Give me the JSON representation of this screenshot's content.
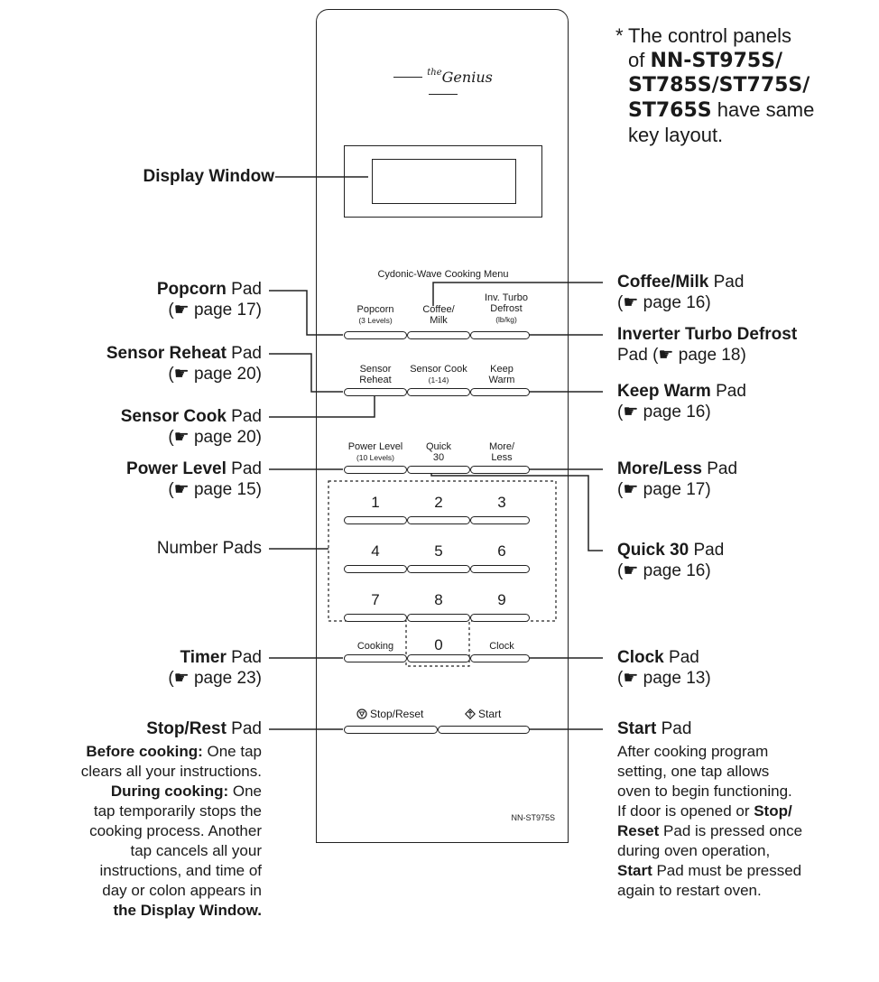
{
  "brand": {
    "prefix": "the",
    "name": "Genius"
  },
  "note": {
    "star": "*",
    "line1": "The control panels",
    "of": "of",
    "models": [
      "NN-ST975S/",
      "ST785S/ST775S/",
      "ST765S"
    ],
    "tail": "have same",
    "line_last": "key layout."
  },
  "panel": {
    "menu_title": "Cydonic-Wave Cooking Menu",
    "pads": {
      "popcorn": [
        "Popcorn",
        "(3 Levels)"
      ],
      "coffee": [
        "Coffee/",
        "Milk"
      ],
      "defrost": [
        "Inv. Turbo",
        "Defrost",
        "(lb/kg)"
      ],
      "sensor_reheat": [
        "Sensor",
        "Reheat"
      ],
      "sensor_cook": [
        "Sensor Cook",
        "(1-14)"
      ],
      "keep_warm": [
        "Keep",
        "Warm"
      ],
      "power_level": [
        "Power Level",
        "(10 Levels)"
      ],
      "quick30": [
        "Quick",
        "30"
      ],
      "more_less": [
        "More/",
        "Less"
      ],
      "cooking": "Cooking",
      "clock": "Clock",
      "stop_reset": "Stop/Reset",
      "start": "Start"
    },
    "numbers": [
      "1",
      "2",
      "3",
      "4",
      "5",
      "6",
      "7",
      "8",
      "9",
      "0"
    ],
    "model": "NN-ST975S"
  },
  "annotations": {
    "display_window": "Display Window",
    "popcorn": {
      "bold": "Popcorn",
      "rest": " Pad",
      "page": "page 17"
    },
    "sensor_reheat": {
      "bold": "Sensor Reheat",
      "rest": " Pad",
      "page": "page 20"
    },
    "sensor_cook": {
      "bold": "Sensor Cook",
      "rest": " Pad",
      "page": "page 20"
    },
    "power_level": {
      "bold": "Power Level",
      "rest": " Pad",
      "page": "page 15"
    },
    "number_pads": "Number Pads",
    "timer": {
      "bold": "Timer",
      "rest": " Pad",
      "page": "page 23"
    },
    "stop_rest": {
      "bold": "Stop/Rest",
      "rest": " Pad"
    },
    "coffee_milk": {
      "bold": "Coffee/Milk",
      "rest": " Pad",
      "page": "page 16"
    },
    "defrost": {
      "bold": "Inverter Turbo Defrost",
      "rest": "Pad (",
      "page": "page 18",
      "close": ")"
    },
    "keep_warm": {
      "bold": "Keep Warm",
      "rest": " Pad",
      "page": "page 16"
    },
    "more_less": {
      "bold": "More/Less",
      "rest": " Pad",
      "page": "page 17"
    },
    "quick30": {
      "bold": "Quick 30",
      "rest": " Pad",
      "page": "page 16"
    },
    "clock": {
      "bold": "Clock",
      "rest": " Pad",
      "page": "page 13"
    },
    "start": {
      "bold": "Start",
      "rest": " Pad"
    }
  },
  "stop_desc": {
    "before_bold": "Before cooking:",
    "before_rest": " One tap",
    "line2": "clears all your instructions.",
    "during_bold": "During cooking:",
    "during_rest": " One",
    "line4": "tap temporarily stops the",
    "line5": "cooking process. Another",
    "line6": "tap cancels all your",
    "line7": "instructions, and time of",
    "line8": "day or colon appears in",
    "line9_bold": "the Display Window."
  },
  "start_desc": {
    "line1": "After cooking program",
    "line2": "setting, one tap allows",
    "line3": "oven to begin functioning.",
    "line4_pre": "If door is opened or ",
    "line4_bold": "Stop/",
    "line5_bold": "Reset",
    "line5_rest": " Pad is pressed once",
    "line6": "during oven operation,",
    "line7_bold": "Start",
    "line7_rest": " Pad must be pressed",
    "line8": "again to restart oven."
  }
}
